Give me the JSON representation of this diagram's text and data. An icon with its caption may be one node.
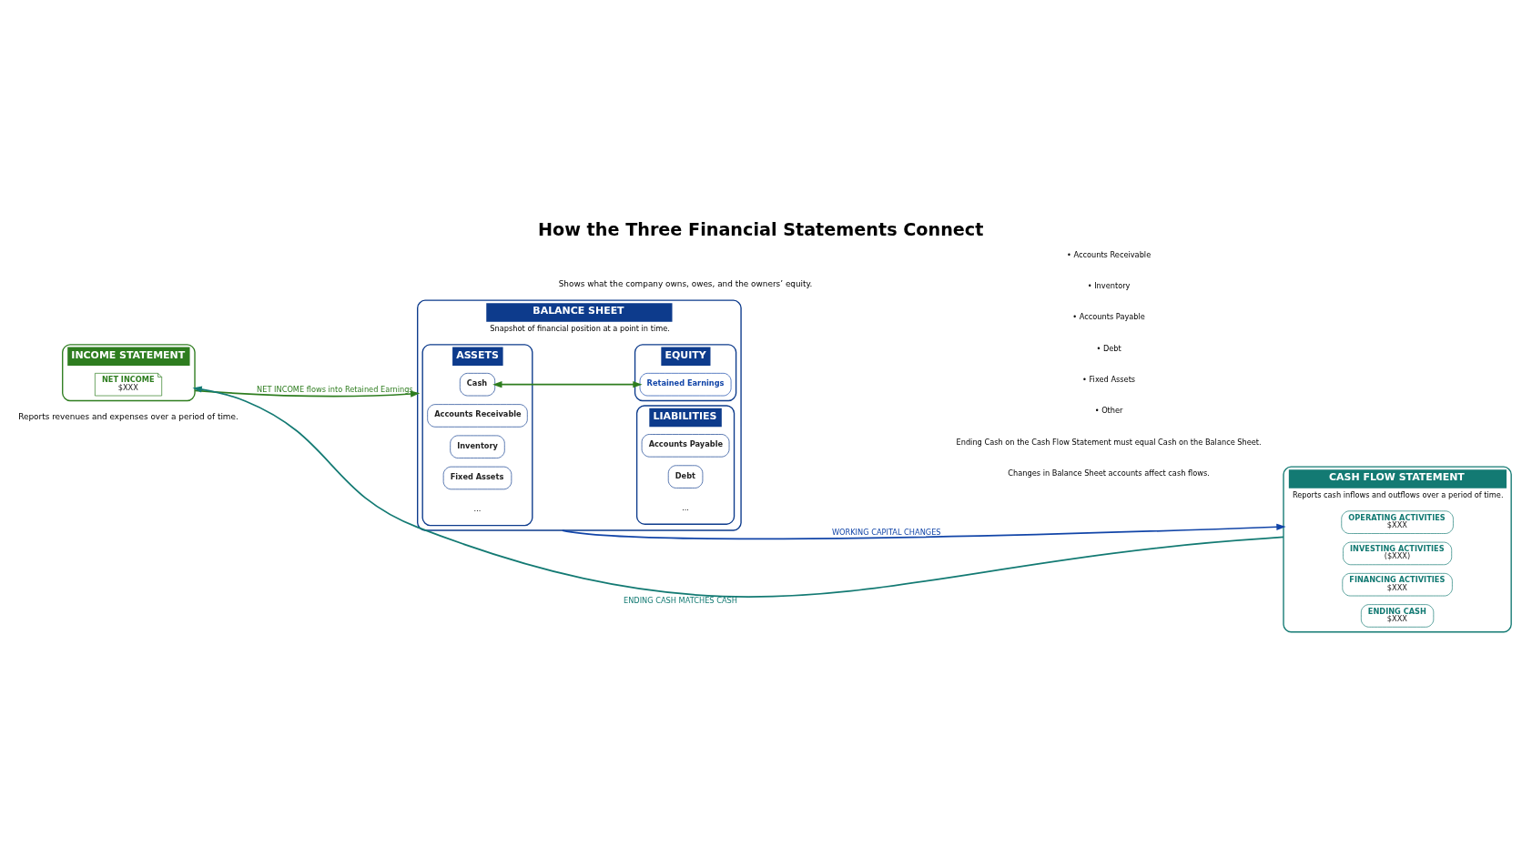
{
  "diagram": {
    "title": "How the Three Financial Statements Connect",
    "nodes": [
      {
        "text": [
          "INCOME STATEMENT"
        ],
        "beside": [
          "Reports revenues and expenses over a period of time."
        ]
      },
      {
        "text": [
          "NET INCOME",
          "$XXX"
        ],
        "in": 0
      },
      {
        "text": [
          "BALANCE SHEET",
          "Snapshot of financial position at a point in time."
        ],
        "beside": [
          "Shows what the company owns, owes, and the owners’ equity."
        ]
      },
      {
        "text": [
          "ASSETS"
        ],
        "in": 2
      },
      {
        "text": [
          "Cash"
        ],
        "in": 3
      },
      {
        "text": [
          "Accounts Receivable"
        ],
        "in": 3
      },
      {
        "text": [
          "Inventory"
        ],
        "in": 3
      },
      {
        "text": [
          "Fixed Assets"
        ],
        "in": 3
      },
      {
        "text": [
          "LIABILITIES"
        ],
        "in": 2
      },
      {
        "text": [
          "Accounts Payable"
        ],
        "in": 8
      },
      {
        "text": [
          "Debt"
        ],
        "in": 8
      },
      {
        "text": [
          "EQUITY"
        ],
        "in": 2
      },
      {
        "text": [
          "Retained Earnings"
        ],
        "in": 11
      },
      {
        "text": [
          "CASH FLOW STATEMENT",
          "Reports cash inflows and outflows over a period of time."
        ]
      },
      {
        "text": [
          "OPERATING ACTIVITIES",
          "$XXX"
        ],
        "in": 13
      },
      {
        "text": [
          "INVESTING ACTIVITIES",
          "($XXX)"
        ],
        "in": 13
      },
      {
        "text": [
          "FINANCING ACTIVITIES",
          "$XXX"
        ],
        "in": 13
      },
      {
        "text": [
          "ENDING CASH",
          "$XXX"
        ],
        "in": 13
      }
    ],
    "edges": [
      {
        "from": 0,
        "to": 2,
        "arrow": "to",
        "label": "NET INCOME flows into Retained Earnings",
        "color": "#2e7d1f"
      },
      {
        "from": 4,
        "to": 12,
        "arrow": "both",
        "color": "#2e7d1f"
      },
      {
        "from": 2,
        "to": 13,
        "arrow": "to",
        "label": "WORKING CAPITAL CHANGES",
        "color": "#1245a8"
      },
      {
        "from": 13,
        "to": 0,
        "arrow": "to",
        "label": "ENDING CASH MATCHES CASH",
        "color": "#137a73"
      }
    ],
    "labels": [
      "...",
      "...",
      "Changes in Balance Sheet accounts affect cash flows.",
      "• Accounts Receivable",
      "• Inventory",
      "• Accounts Payable",
      "• Debt",
      "• Fixed Assets",
      "• Other",
      "Ending Cash on the Cash Flow Statement must equal Cash on the Balance Sheet."
    ]
  }
}
